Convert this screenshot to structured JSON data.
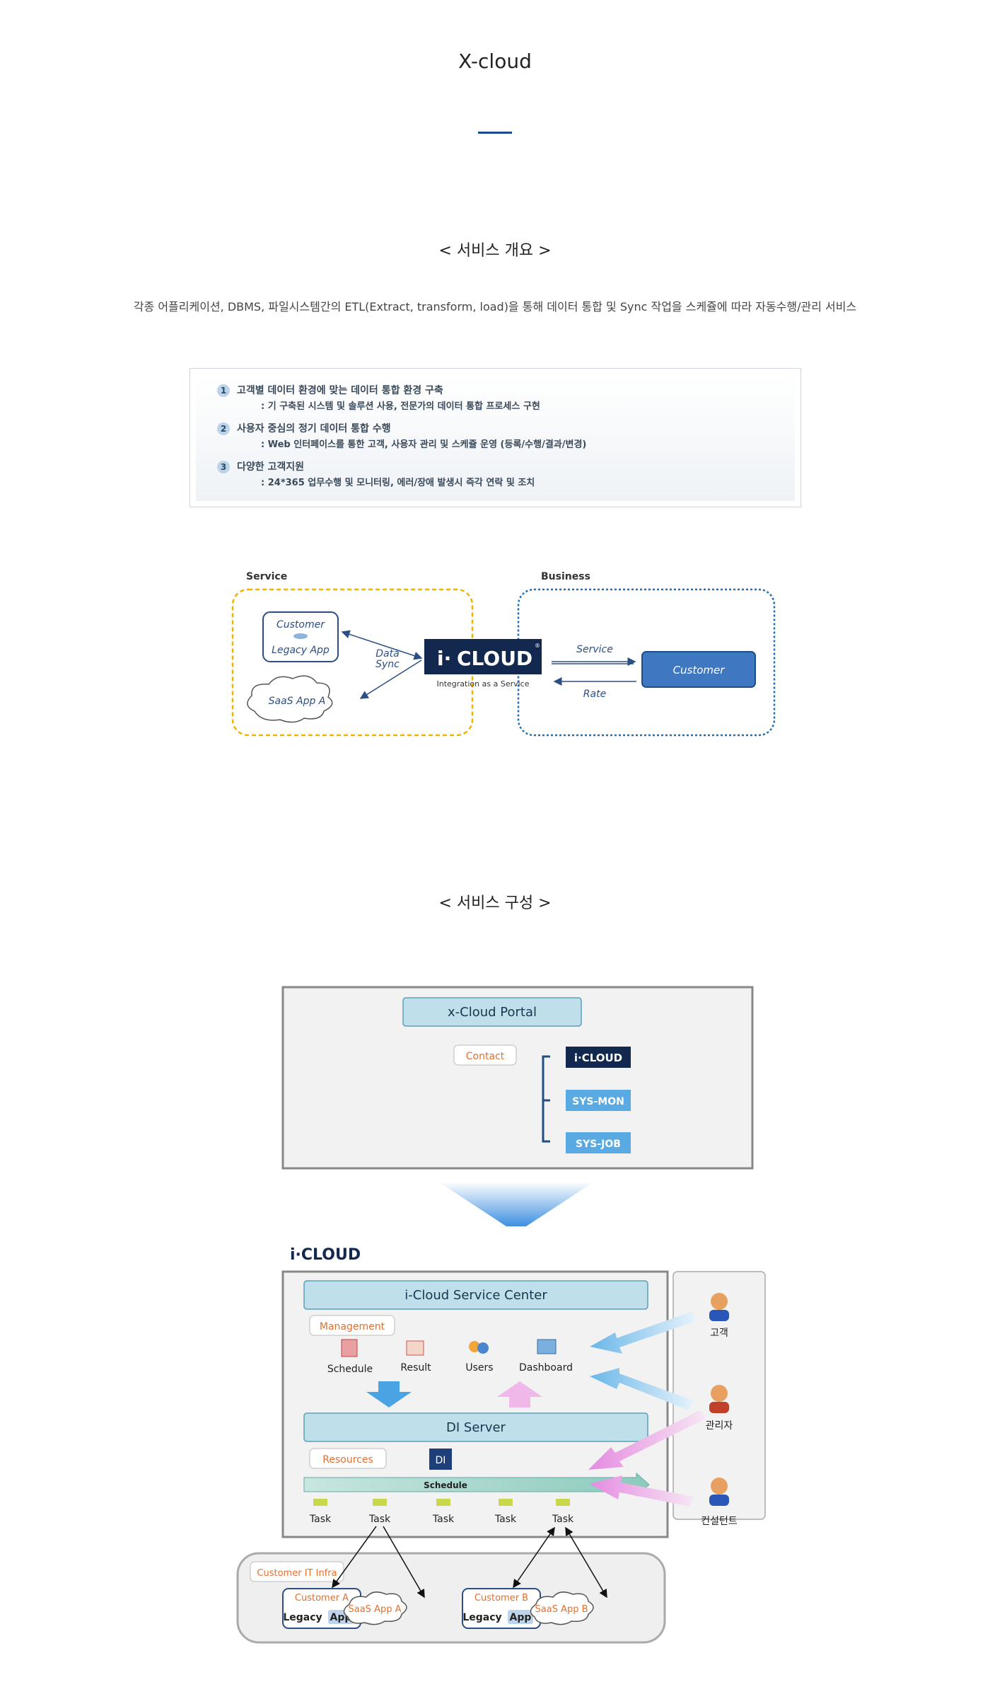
{
  "page": {
    "title": "X-cloud",
    "overview_heading": "< 서비스 개요 >",
    "description": "각종 어플리케이션, DBMS, 파일시스템간의 ETL(Extract, transform, load)을 통해 데이터 통합 및 Sync 작업을 스케쥴에 따라 자동수행/관리 서비스",
    "composition_heading": "< 서비스 구성 >"
  },
  "overview": {
    "items": [
      {
        "num": "1",
        "title": "고객별 데이터 환경에 맞는 데이터 통합 환경 구축",
        "sub": ": 기 구축된 시스템 및 솔루션 사용, 전문가의 데이터 통합 프로세스 구현"
      },
      {
        "num": "2",
        "title": "사용자 중심의 정기 데이터 통합 수행",
        "sub": ": Web 인터페이스를 통한 고객, 사용자 관리 및 스케쥴 운영 (등록/수행/결과/변경)"
      },
      {
        "num": "3",
        "title": "다양한 고객지원",
        "sub": ": 24*365 업무수행 및 모니터링, 에러/장애 발생시 즉각 연락 및 조치"
      }
    ]
  },
  "diagram1": {
    "service_label": "Service",
    "business_label": "Business",
    "customer": "Customer",
    "legacy_app": "Legacy App",
    "saas_app": "SaaS App A",
    "data": "Data",
    "sync": "Sync",
    "logo_i": "i·",
    "logo_cloud": "CLOUD",
    "logo_reg": "®",
    "logo_tagline": "Integration as a Service",
    "service_arrow": "Service",
    "rate_arrow": "Rate",
    "customer_box": "Customer"
  },
  "diagram2": {
    "portal_title": "x-Cloud Portal",
    "contact": "Contact",
    "portal_items": [
      "i·CLOUD",
      "SYS-MON",
      "SYS-JOB"
    ],
    "icloud_logo": "i·CLOUD",
    "service_center": "i-Cloud Service Center",
    "management": "Management",
    "mgmt_items": [
      "Schedule",
      "Result",
      "Users",
      "Dashboard"
    ],
    "di_server": "DI Server",
    "resources": "Resources",
    "di_icon": "DI",
    "schedule_bar": "Schedule",
    "tasks": [
      "Task",
      "Task",
      "Task",
      "Task",
      "Task"
    ],
    "roles": [
      "고객",
      "관리자",
      "컨설턴트"
    ],
    "infra": "Customer IT Infra",
    "customer_a": "Customer A",
    "customer_b": "Customer B",
    "legacy": "Legacy",
    "app": "App",
    "saas_a": "SaaS App A",
    "saas_b": "SaaS App B"
  },
  "colors": {
    "accent": "#1b4a8c",
    "service_border": "#f0b400",
    "business_border": "#1f6fb8",
    "logo_bg": "#13284f",
    "customer_box": "#3f78c0",
    "box_teal": "#bfe0ea",
    "sys_blue": "#59a9e3"
  }
}
